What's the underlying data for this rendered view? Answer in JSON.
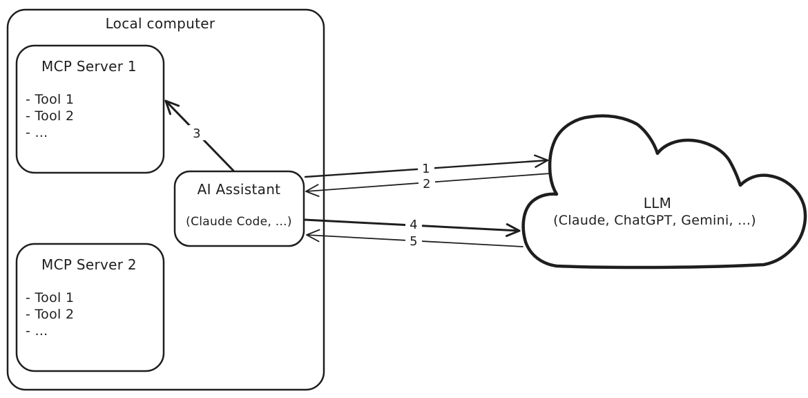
{
  "diagram": {
    "background": "#ffffff",
    "stroke_color": "#1e1e1e",
    "local_computer": {
      "title": "Local computer"
    },
    "mcp_server_1": {
      "title": "MCP Server 1",
      "tools": [
        "- Tool 1",
        "- Tool 2",
        "- ..."
      ]
    },
    "mcp_server_2": {
      "title": "MCP Server 2",
      "tools": [
        "- Tool 1",
        "- Tool 2",
        "- ..."
      ]
    },
    "ai_assistant": {
      "title": "AI Assistant",
      "subtitle": "(Claude Code, ...)"
    },
    "llm_cloud": {
      "title": "LLM",
      "subtitle": "(Claude, ChatGPT, Gemini, ...)"
    },
    "arrows": [
      {
        "label": "1",
        "from": "AI Assistant",
        "to": "LLM"
      },
      {
        "label": "2",
        "from": "LLM",
        "to": "AI Assistant"
      },
      {
        "label": "3",
        "from": "AI Assistant",
        "to": "MCP Server 1"
      },
      {
        "label": "4",
        "from": "AI Assistant",
        "to": "LLM"
      },
      {
        "label": "5",
        "from": "LLM",
        "to": "AI Assistant"
      }
    ]
  }
}
